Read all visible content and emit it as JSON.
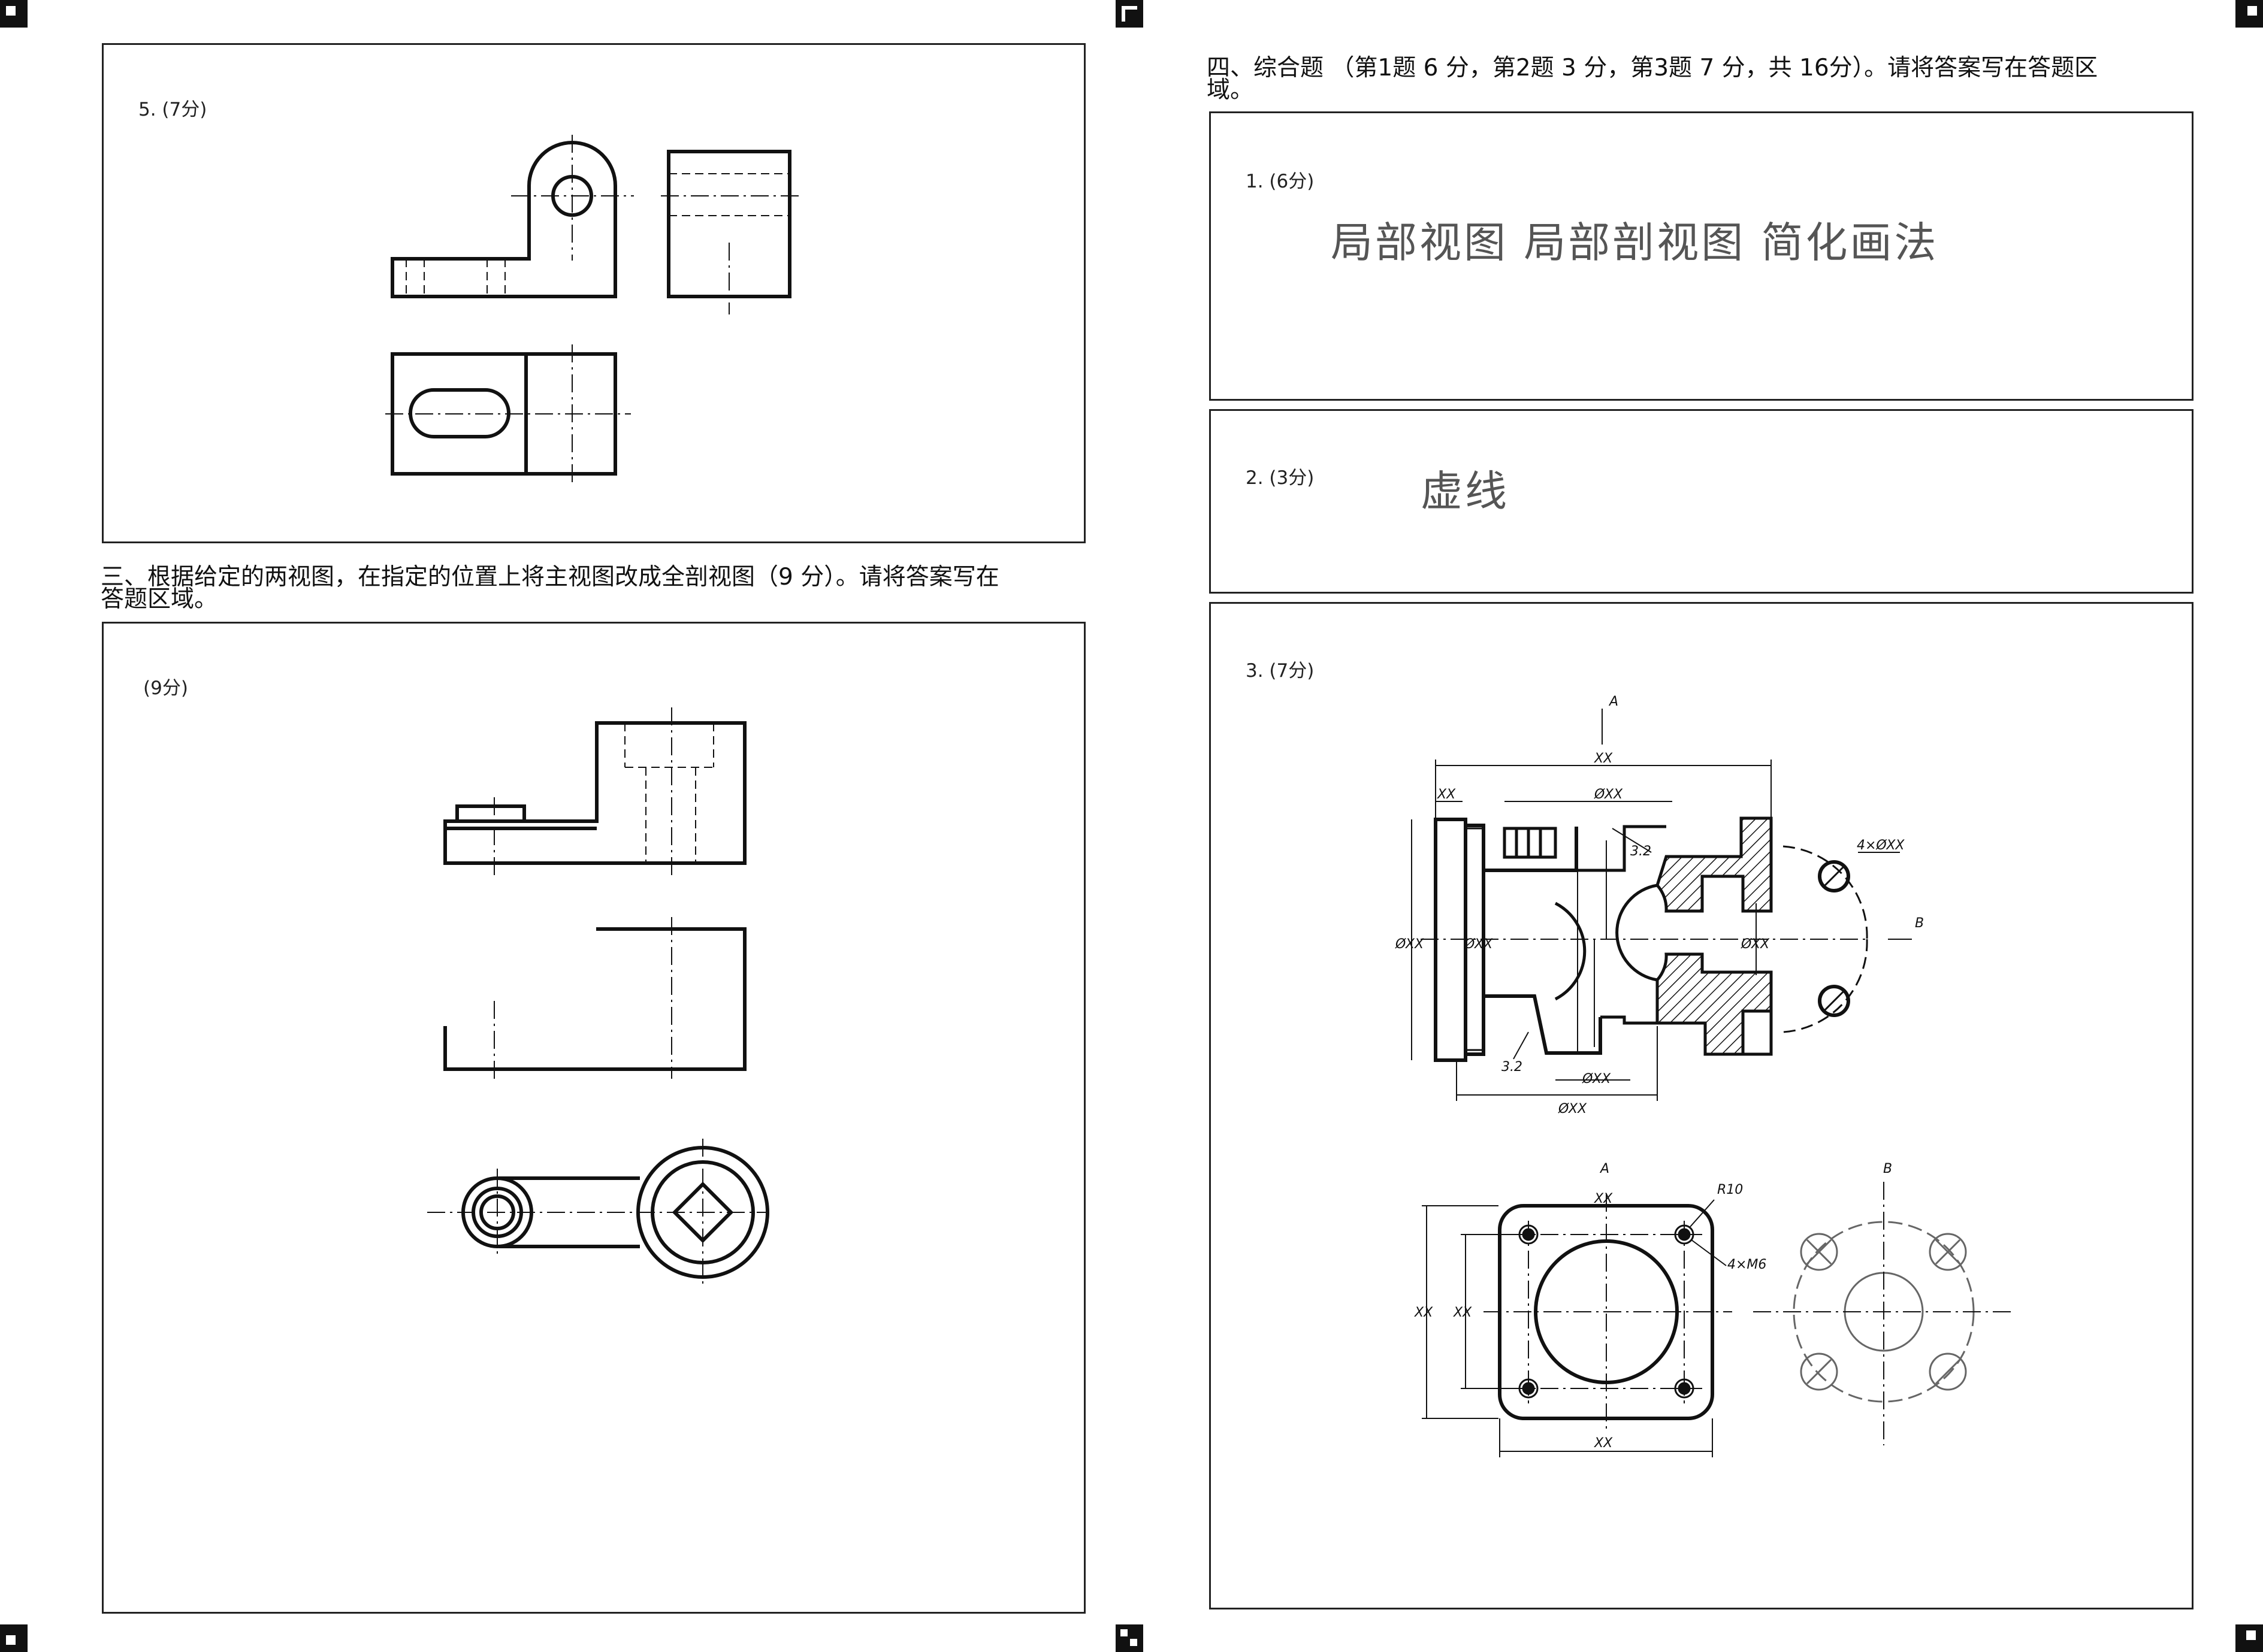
{
  "left_column": {
    "q5": {
      "label": "5. (7分)"
    },
    "section3": {
      "heading_line1": "三、根据给定的两视图，在指定的位置上将主视图改成全剖视图（9 分）。请将答案写在",
      "heading_line2": "答题区域。",
      "label": "(9分)"
    }
  },
  "right_column": {
    "section4": {
      "heading_line1": "四、综合题 （第1题 6 分，第2题 3 分，第3题 7 分，共 16分）。请将答案写在答题区",
      "heading_line2": "域。"
    },
    "q1": {
      "label": "1. (6分)",
      "answer": "局部视图  局部剖视图  简化画法"
    },
    "q2": {
      "label": "2. (3分)",
      "answer": "虚线"
    },
    "q3": {
      "label": "3. (7分)",
      "drawing_text": {
        "view_a": "A",
        "view_b": "B",
        "dim_xx": "XX",
        "dim_dia_xx": "ØXX",
        "holes_spec": "4×ØXX",
        "radius": "R10",
        "thread_spec": "4×M6",
        "roughness": "3.2"
      }
    }
  }
}
